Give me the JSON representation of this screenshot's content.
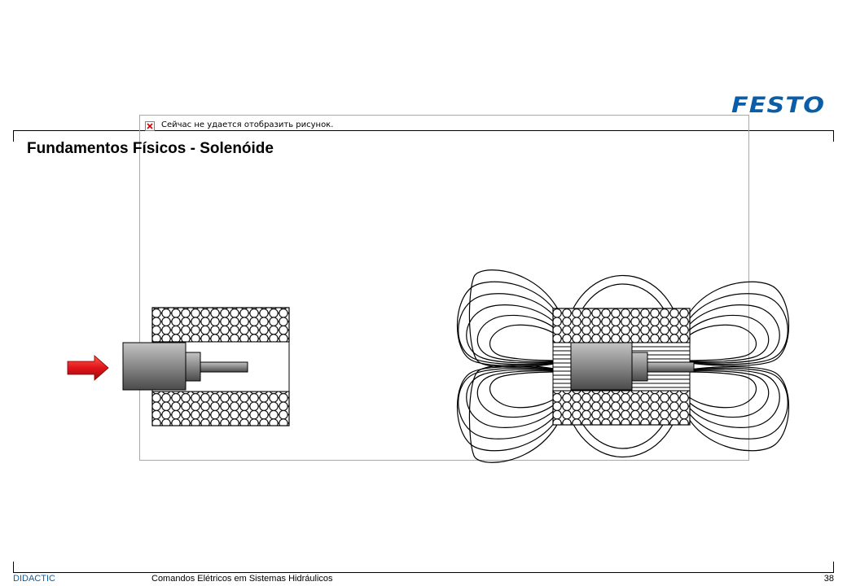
{
  "header": {
    "logo_text": "FESTO",
    "title": "Fundamentos Físicos - Solenóide"
  },
  "image_placeholder": {
    "message": "Сейчас не удается отобразить рисунок."
  },
  "footer": {
    "brand": "DIDACTIC",
    "course": "Comandos Elétricos em Sistemas Hidráulicos",
    "page_number": "38"
  },
  "colors": {
    "brand_blue": "#0a5ea8",
    "arrow_red": "#e0141b",
    "plunger_gray": "#8a8a8a"
  }
}
